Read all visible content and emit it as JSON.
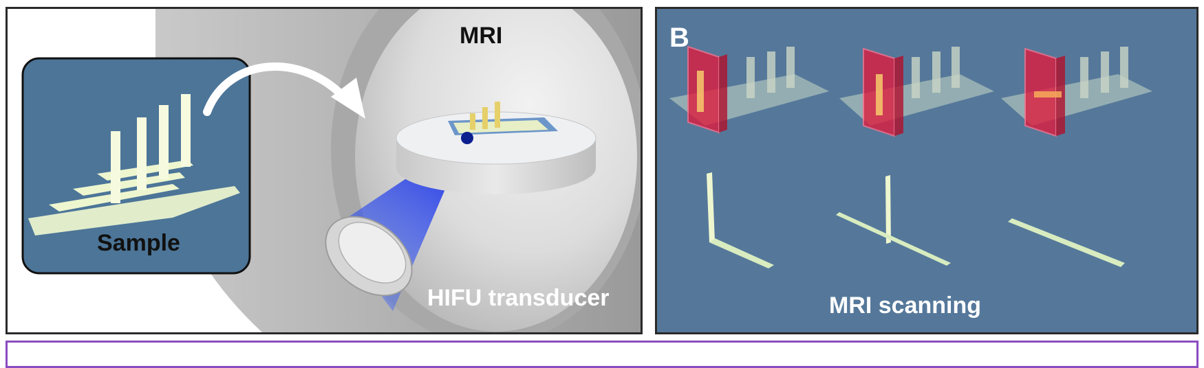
{
  "panel_a": {
    "mri_label": "MRI",
    "sample_label": "Sample",
    "transducer_label": "HIFU transducer"
  },
  "panel_b": {
    "panel_letter": "B",
    "scan_label": "MRI scanning"
  },
  "colors": {
    "panel_b_bg": "#55789a",
    "sample_bg": "#4c7598",
    "strip_color": "#eef6cf",
    "slice_red": "#e01a3c",
    "beam_blue": "#1f3fe6",
    "focus_dot": "#0b1f8e",
    "caption_border": "#8a4cc0"
  }
}
